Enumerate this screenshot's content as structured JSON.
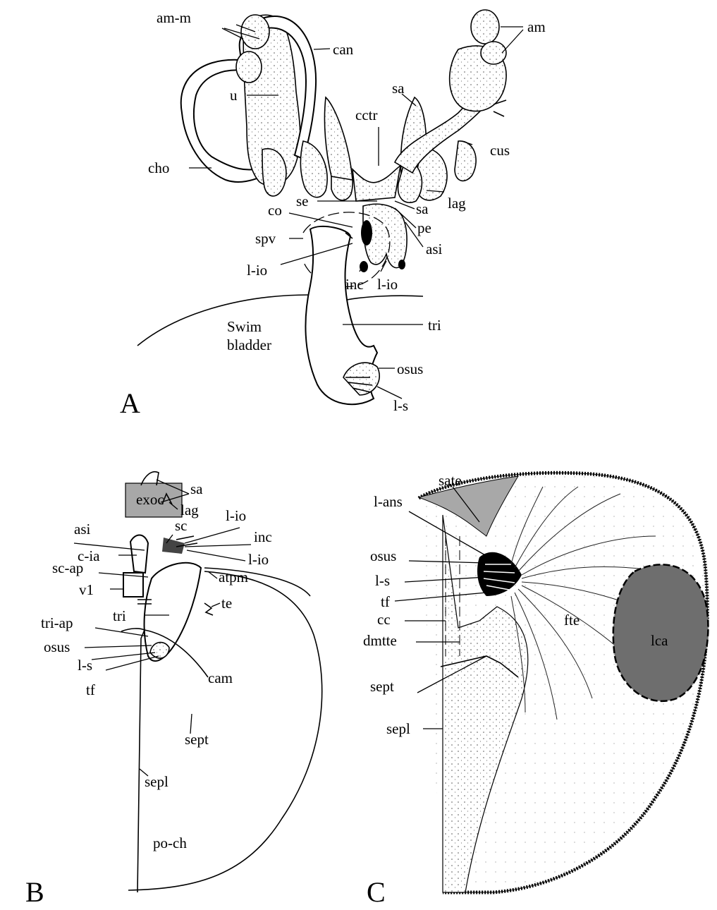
{
  "colors": {
    "ink": "#000000",
    "paper": "#ffffff",
    "shade_light": "#a8a8a8",
    "shade_dark": "#6e6e6e"
  },
  "panels": {
    "A": {
      "letter": "A",
      "labels": [
        "am-m",
        "can",
        "am",
        "u",
        "sa",
        "cctr",
        "cus",
        "cho",
        "lag",
        "se",
        "sa",
        "co",
        "pe",
        "spv",
        "asi",
        "l-io",
        "inc",
        "l-io",
        "Swim",
        "bladder",
        "tri",
        "osus",
        "l-s"
      ]
    },
    "B": {
      "letter": "B",
      "labels": [
        "sa",
        "exoc",
        "lag",
        "asi",
        "l-io",
        "sc",
        "inc",
        "c-ia",
        "l-io",
        "sc-ap",
        "atpm",
        "v1",
        "te",
        "tri",
        "tri-ap",
        "osus",
        "l-s",
        "cam",
        "tf",
        "sept",
        "sepl",
        "po-ch"
      ]
    },
    "C": {
      "letter": "C",
      "labels": [
        "sate",
        "l-ans",
        "osus",
        "l-s",
        "tf",
        "fte",
        "cc",
        "lca",
        "dmtte",
        "sept",
        "sepl"
      ]
    }
  }
}
